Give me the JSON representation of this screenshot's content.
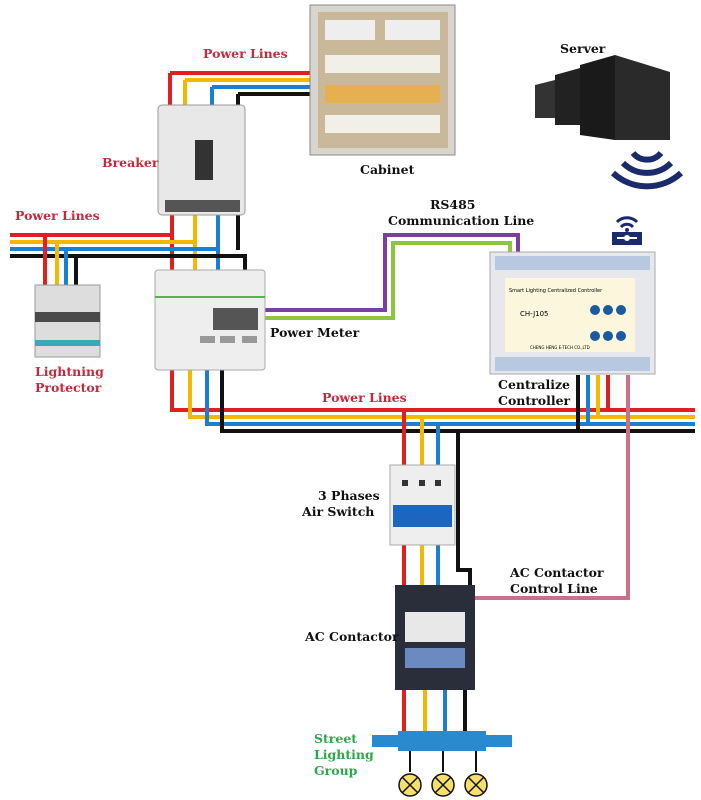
{
  "labels": {
    "power_lines_top": "Power Lines",
    "power_lines_left": "Power Lines",
    "power_lines_main": "Power Lines",
    "breaker": "Breaker",
    "cabinet": "Cabinet",
    "server": "Server",
    "rs485_line1": "RS485",
    "rs485_line2": "Communication Line",
    "lightning_line1": "Lightning",
    "lightning_line2": "Protector",
    "power_meter": "Power Meter",
    "controller_line1": "Centralize",
    "controller_line2": "Controller",
    "air_switch_line1": "3 Phases",
    "air_switch_line2": "Air Switch",
    "contactor_line_line1": "AC Contactor",
    "contactor_line_line2": "Control Line",
    "ac_contactor": "AC Contactor",
    "street_line1": "Street",
    "street_line2": "Lighting",
    "street_line3": "Group",
    "controller_title": "Smart Lighting Centralized Controller",
    "controller_model": "CH-J105",
    "controller_brand": "CHENG HENG E-TECH CO.,LTD"
  },
  "colors": {
    "phase_a": "#e02020",
    "phase_b": "#f5b800",
    "phase_c": "#1a7fd0",
    "neutral": "#111111",
    "rs485_a": "#7a3fa0",
    "rs485_b": "#8cc63f",
    "control_line": "#c9708a",
    "label_red": "#c8283c",
    "label_green": "#2aa84a",
    "wifi": "#1a2a6a"
  },
  "icons": [
    "wifi-icon",
    "router-icon",
    "server-icon",
    "lamp-icon"
  ]
}
